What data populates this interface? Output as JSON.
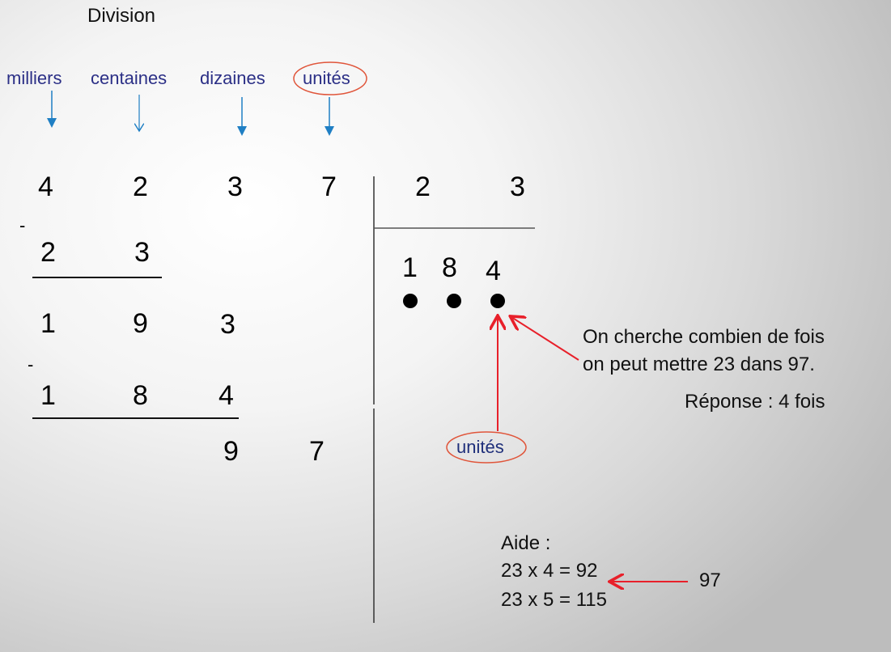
{
  "title": "Division",
  "place_values": {
    "thousands": "milliers",
    "hundreds": "centaines",
    "tens": "dizaines",
    "units": "unités"
  },
  "dividend": [
    "4",
    "2",
    "3",
    "7"
  ],
  "divisor": [
    "2",
    "3"
  ],
  "steps": {
    "minus_sign": "-",
    "first_subtraction": [
      "2",
      "3"
    ],
    "first_remainder": [
      "1",
      "9",
      "3"
    ],
    "second_subtraction": [
      "1",
      "8",
      "4"
    ],
    "second_remainder": [
      "9",
      "7"
    ]
  },
  "quotient": [
    "1",
    "8",
    "4"
  ],
  "explanation": {
    "line1": "On cherche combien de fois",
    "line2": "on peut mettre 23 dans 97.",
    "answer": "Réponse : 4 fois"
  },
  "units_label": "unités",
  "help": {
    "title": "Aide :",
    "line1": "23 x 4 =   92",
    "line2": "23 x 5 = 115",
    "target": "97"
  },
  "colors": {
    "column_label": "#2b2f86",
    "blue_arrow": "#1f7fc4",
    "red_highlight": "#e8202a",
    "ellipse": "#e0553a"
  }
}
